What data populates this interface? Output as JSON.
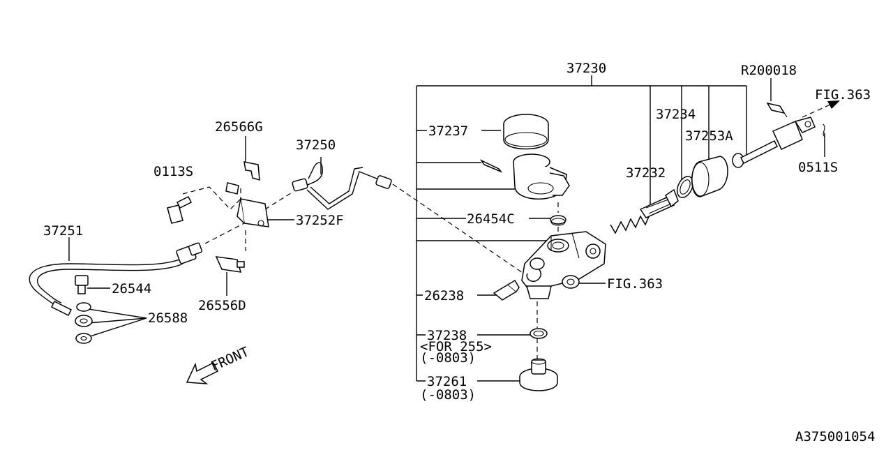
{
  "diagram": {
    "labels": {
      "p37230": "37230",
      "r200018": "R200018",
      "fig363_top": "FIG.363",
      "p37237": "37237",
      "p37234": "37234",
      "p37253a": "37253A",
      "p37232": "37232",
      "p0511s": "0511S",
      "p26566g": "26566G",
      "p37250": "37250",
      "p0113s": "0113S",
      "p37252f": "37252F",
      "p37251": "37251",
      "p26454c": "26454C",
      "p26544": "26544",
      "p26556d": "26556D",
      "p26588": "26588",
      "p26238": "26238",
      "fig363_mid": "FIG.363",
      "p37238": "37238",
      "note_for255": "<FOR 255>",
      "note_0803_a": "(-0803)",
      "front": "FRONT",
      "p37261": "37261",
      "note_0803_b": "(-0803)",
      "drawing_id": "A375001054"
    }
  }
}
